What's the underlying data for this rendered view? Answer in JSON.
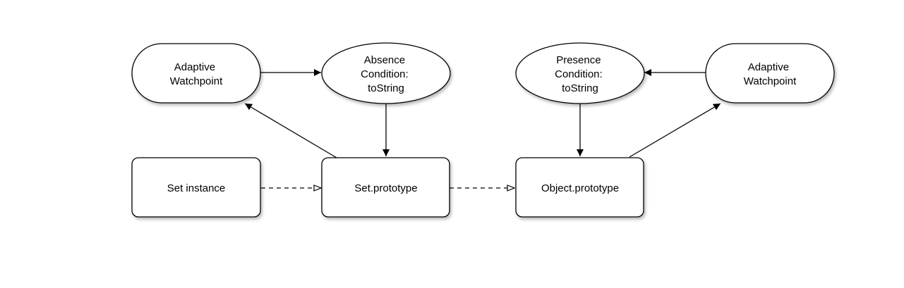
{
  "nodes": {
    "watch_left": {
      "lines": [
        "Adaptive",
        "Watchpoint"
      ]
    },
    "absence": {
      "lines": [
        "Absence",
        "Condition:",
        "toString"
      ]
    },
    "presence": {
      "lines": [
        "Presence",
        "Condition:",
        "toString"
      ]
    },
    "watch_right": {
      "lines": [
        "Adaptive",
        "Watchpoint"
      ]
    },
    "set_instance": {
      "lines": [
        "Set instance"
      ]
    },
    "set_proto": {
      "lines": [
        "Set.prototype"
      ]
    },
    "object_proto": {
      "lines": [
        "Object.prototype"
      ]
    }
  }
}
